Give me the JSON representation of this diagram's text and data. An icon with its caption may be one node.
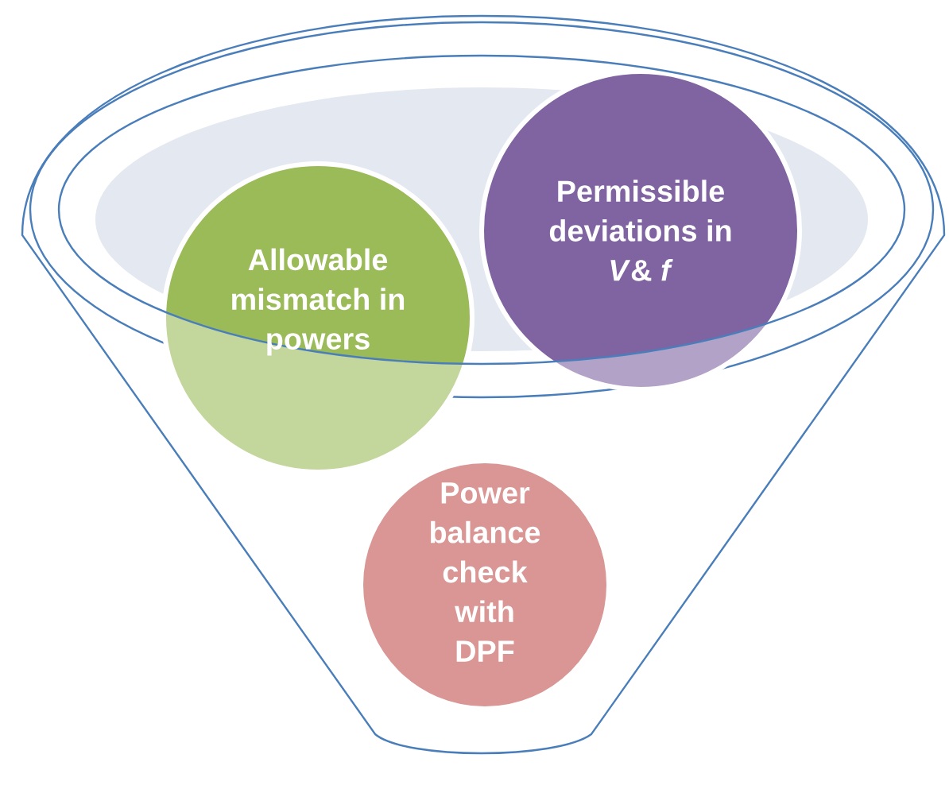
{
  "diagram": {
    "nodes": [
      {
        "text": [
          "Allowable mismatch in powers"
        ]
      },
      {
        "text": [
          "Permissible deviations in *V*& *f*"
        ]
      },
      {
        "text": [
          "Power balance check with DPF"
        ]
      }
    ]
  }
}
